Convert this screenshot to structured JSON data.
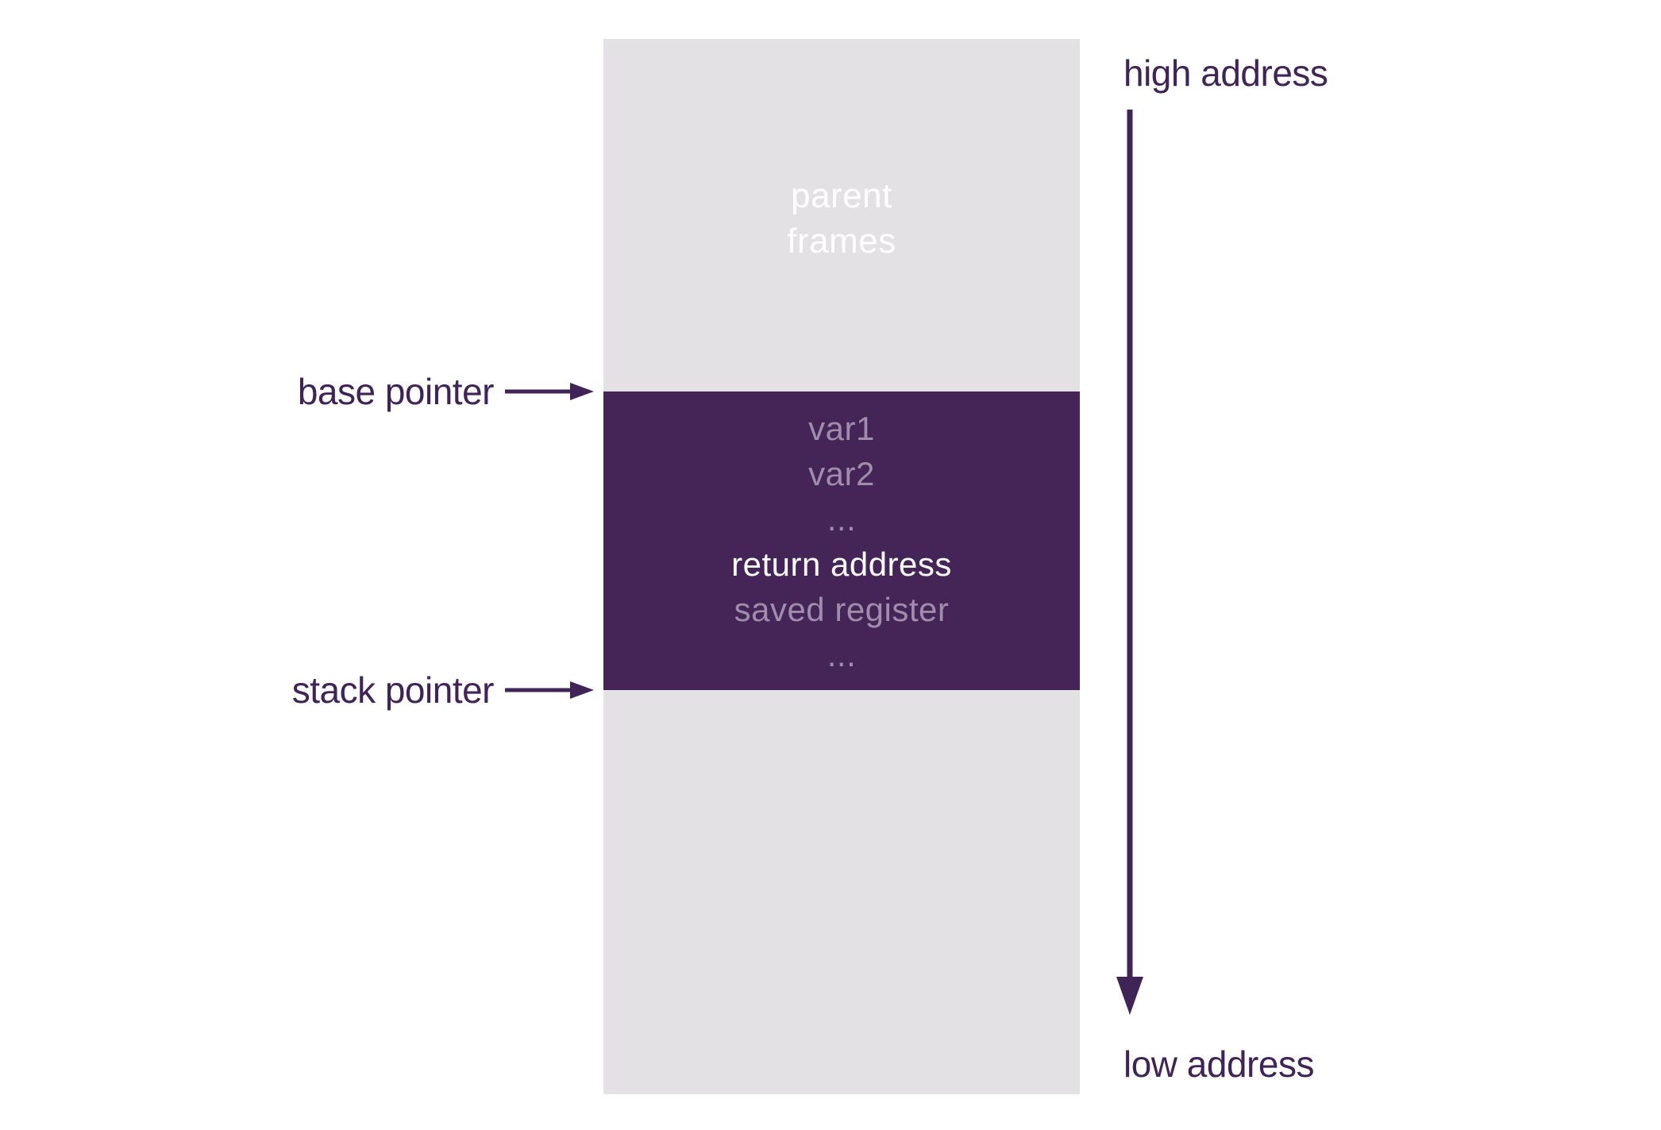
{
  "diagram": {
    "type": "stack-memory-layout"
  },
  "colors": {
    "background": "#ffffff",
    "column_fill": "#e3e1e3",
    "frame_fill": "#452458",
    "accent_text": "#412457",
    "arrow_color": "#412457",
    "muted_text": "#9f8dab",
    "emphasis_text": "#ffffff"
  },
  "column": {
    "parent_frames_lines": [
      "parent",
      "frames"
    ]
  },
  "frame": {
    "lines": [
      {
        "text": "var1",
        "emphasis": "muted"
      },
      {
        "text": "var2",
        "emphasis": "muted"
      },
      {
        "text": "...",
        "emphasis": "muted"
      },
      {
        "text": "return address",
        "emphasis": "strong"
      },
      {
        "text": "saved register",
        "emphasis": "muted"
      },
      {
        "text": "...",
        "emphasis": "muted"
      }
    ]
  },
  "pointers": {
    "base_label": "base pointer",
    "stack_label": "stack pointer"
  },
  "addresses": {
    "high_label": "high address",
    "low_label": "low address"
  }
}
